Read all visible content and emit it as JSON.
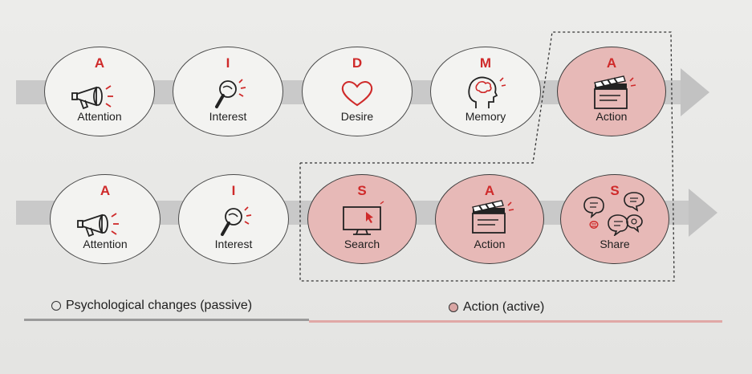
{
  "row1": [
    {
      "letter": "A",
      "label": "Attention",
      "icon": "megaphone-icon",
      "active": false
    },
    {
      "letter": "I",
      "label": "Interest",
      "icon": "magnifier-icon",
      "active": false
    },
    {
      "letter": "D",
      "label": "Desire",
      "icon": "heart-icon",
      "active": false
    },
    {
      "letter": "M",
      "label": "Memory",
      "icon": "head-brain-icon",
      "active": false
    },
    {
      "letter": "A",
      "label": "Action",
      "icon": "clapperboard-icon",
      "active": true
    }
  ],
  "row2": [
    {
      "letter": "A",
      "label": "Attention",
      "icon": "megaphone-icon",
      "active": false
    },
    {
      "letter": "I",
      "label": "Interest",
      "icon": "magnifier-icon",
      "active": false
    },
    {
      "letter": "S",
      "label": "Search",
      "icon": "monitor-cursor-icon",
      "active": true
    },
    {
      "letter": "A",
      "label": "Action",
      "icon": "clapperboard-icon",
      "active": true
    },
    {
      "letter": "S",
      "label": "Share",
      "icon": "chat-bubbles-icon",
      "active": true
    }
  ],
  "legend": {
    "passive": "Psychological changes (passive)",
    "active": "Action (active)"
  },
  "colors": {
    "accent": "#cf2a2a",
    "active_fill": "#e7b9b7",
    "passive_fill": "#f3f3f1",
    "band": "#c9c9c9"
  }
}
